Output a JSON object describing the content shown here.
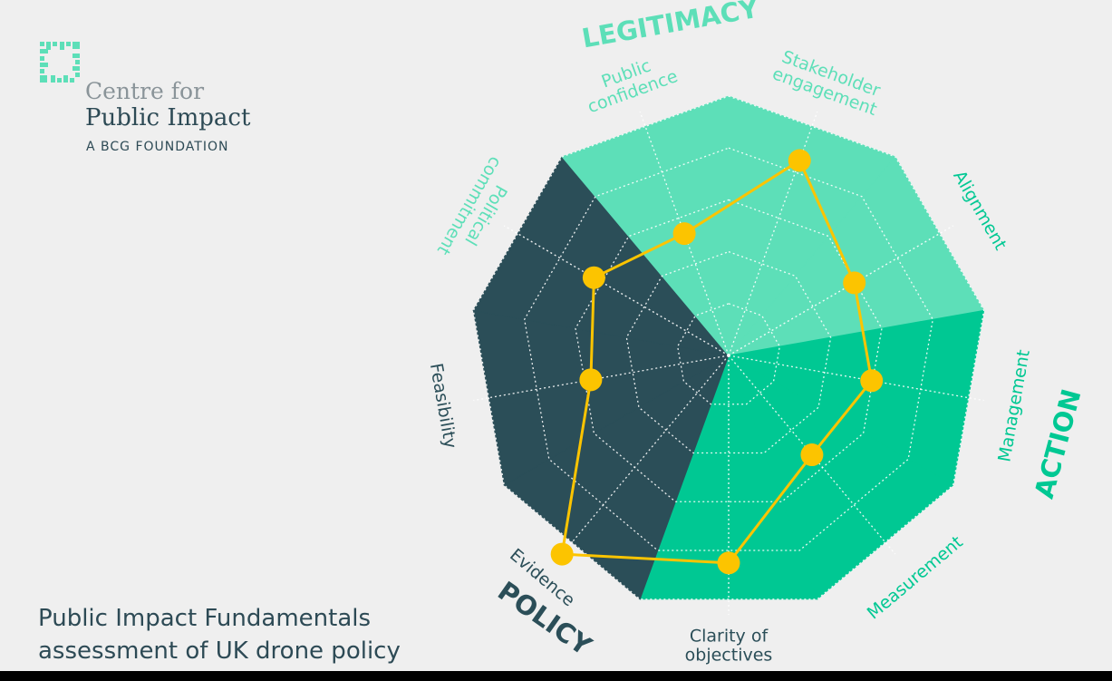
{
  "logo": {
    "line1": "Centre for",
    "line2": "Public Impact",
    "line3": "A BCG FOUNDATION",
    "icon": "starburst-square-icon"
  },
  "caption": {
    "line1": "Public Impact Fundamentals",
    "line2": "assessment of UK drone policy"
  },
  "colors": {
    "legitimacy": "#5ddfb8",
    "action": "#00c893",
    "policy": "#2b4e58",
    "series": "#fcc400",
    "background": "#efefef"
  },
  "chart_data": {
    "type": "radar",
    "title": "",
    "rings": 5,
    "range": [
      0,
      5
    ],
    "axes": [
      {
        "label": [
          "Public",
          "confidence"
        ],
        "group": "legitimacy"
      },
      {
        "label": [
          "Stakeholder",
          "engagement"
        ],
        "group": "legitimacy"
      },
      {
        "label": [
          "Alignment"
        ],
        "group": "action"
      },
      {
        "label": [
          "Management"
        ],
        "group": "action"
      },
      {
        "label": [
          "Measurement"
        ],
        "group": "action"
      },
      {
        "label": [
          "Clarity of",
          "objectives"
        ],
        "group": "policy"
      },
      {
        "label": [
          "Evidence"
        ],
        "group": "policy"
      },
      {
        "label": [
          "Feasibility"
        ],
        "group": "policy"
      },
      {
        "label": [
          "Political",
          "commitment"
        ],
        "group": "legitimacy"
      }
    ],
    "groups": [
      {
        "key": "legitimacy",
        "label": "LEGITIMACY"
      },
      {
        "key": "action",
        "label": "ACTION"
      },
      {
        "key": "policy",
        "label": "POLICY"
      }
    ],
    "series": [
      {
        "values": [
          2.5,
          4.0,
          2.8,
          2.8,
          2.5,
          4.0,
          5.0,
          2.7,
          3.0
        ]
      }
    ],
    "grid": true
  }
}
